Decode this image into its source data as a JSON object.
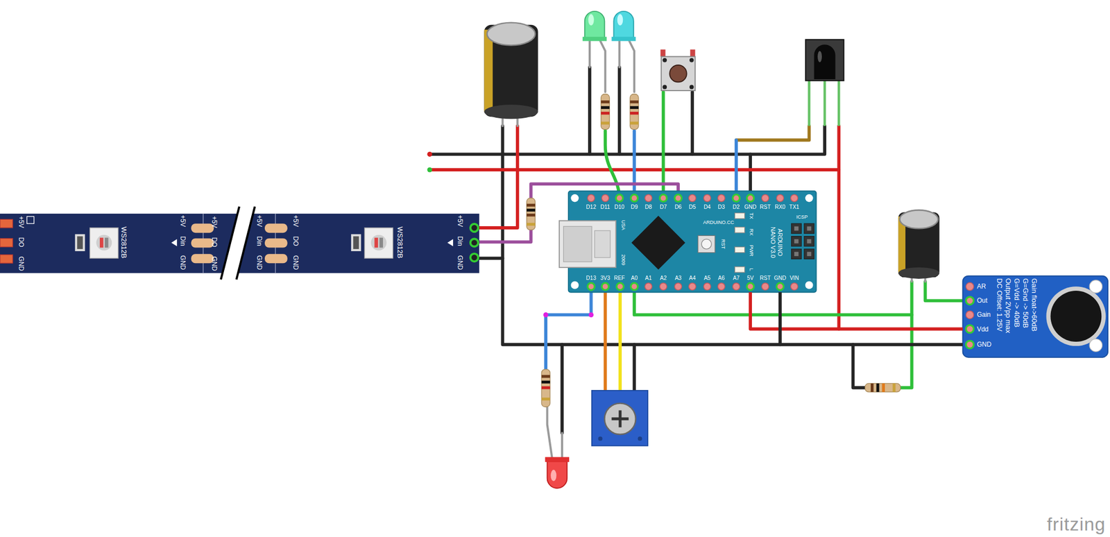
{
  "diagram": {
    "nodes": [
      {
        "text": [
          "+5V DO GND",
          "WS2812B",
          "+5V Din GND",
          "+5V DO GND",
          "+5V Din GND",
          "+5V DO GND",
          "WS2812B",
          "+5V Din GND"
        ]
      },
      {
        "text": [
          "D12",
          "D11",
          "D10",
          "D9",
          "D8",
          "D7",
          "D6",
          "D5",
          "D4",
          "D3",
          "D2",
          "GND",
          "RST",
          "RX0",
          "TX1",
          "D13",
          "3V3",
          "REF",
          "A0",
          "A1",
          "A2",
          "A3",
          "A4",
          "A5",
          "A6",
          "A7",
          "5V",
          "RST",
          "GND",
          "VIN",
          "USA",
          "2009",
          "ARDUINO.CC",
          "TX",
          "RX",
          "PWR",
          "L",
          "RST",
          "ARDUINO NANO V3.0",
          "ICSP"
        ]
      },
      {
        "text": [
          "AR",
          "Out",
          "Gain",
          "Vdd",
          "GND",
          "Gain float->60dB",
          "G=Gnd -> 50dB",
          "G=Vdd -> 40dB",
          "Output 2Vpp max",
          "DC Offset: 1.25V"
        ]
      }
    ],
    "edges": [
      {
        "from": 1,
        "to": 2,
        "arrow": "none"
      },
      {
        "from": 1,
        "to": 2,
        "arrow": "none"
      }
    ],
    "labels": [
      "fritzing"
    ]
  }
}
